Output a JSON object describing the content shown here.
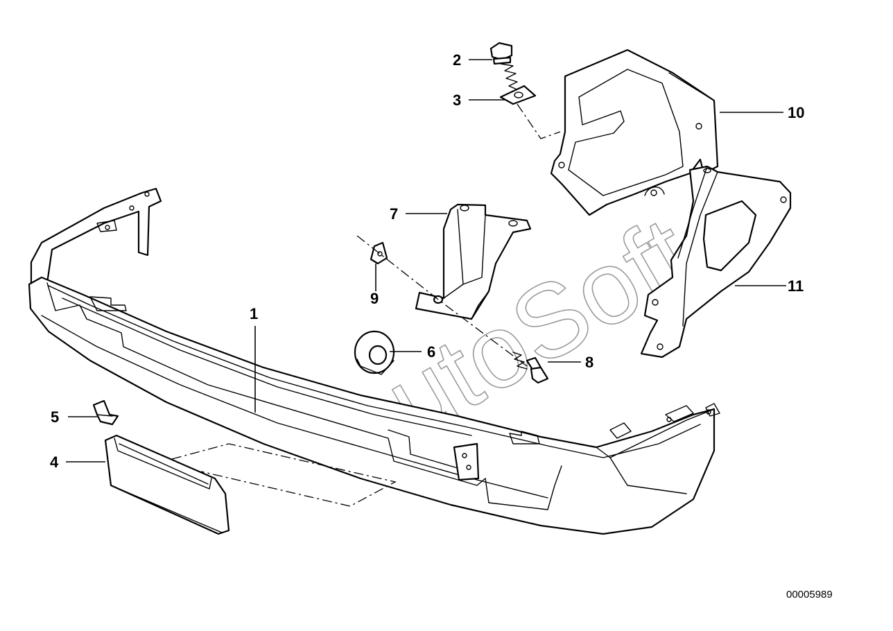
{
  "diagram": {
    "watermark": "AutoSoft",
    "document_number": "00005989",
    "callouts": [
      {
        "id": "1",
        "label": "1"
      },
      {
        "id": "2",
        "label": "2"
      },
      {
        "id": "3",
        "label": "3"
      },
      {
        "id": "4",
        "label": "4"
      },
      {
        "id": "5",
        "label": "5"
      },
      {
        "id": "6",
        "label": "6"
      },
      {
        "id": "7",
        "label": "7"
      },
      {
        "id": "8",
        "label": "8"
      },
      {
        "id": "9",
        "label": "9"
      },
      {
        "id": "10",
        "label": "10"
      },
      {
        "id": "11",
        "label": "11"
      }
    ]
  }
}
